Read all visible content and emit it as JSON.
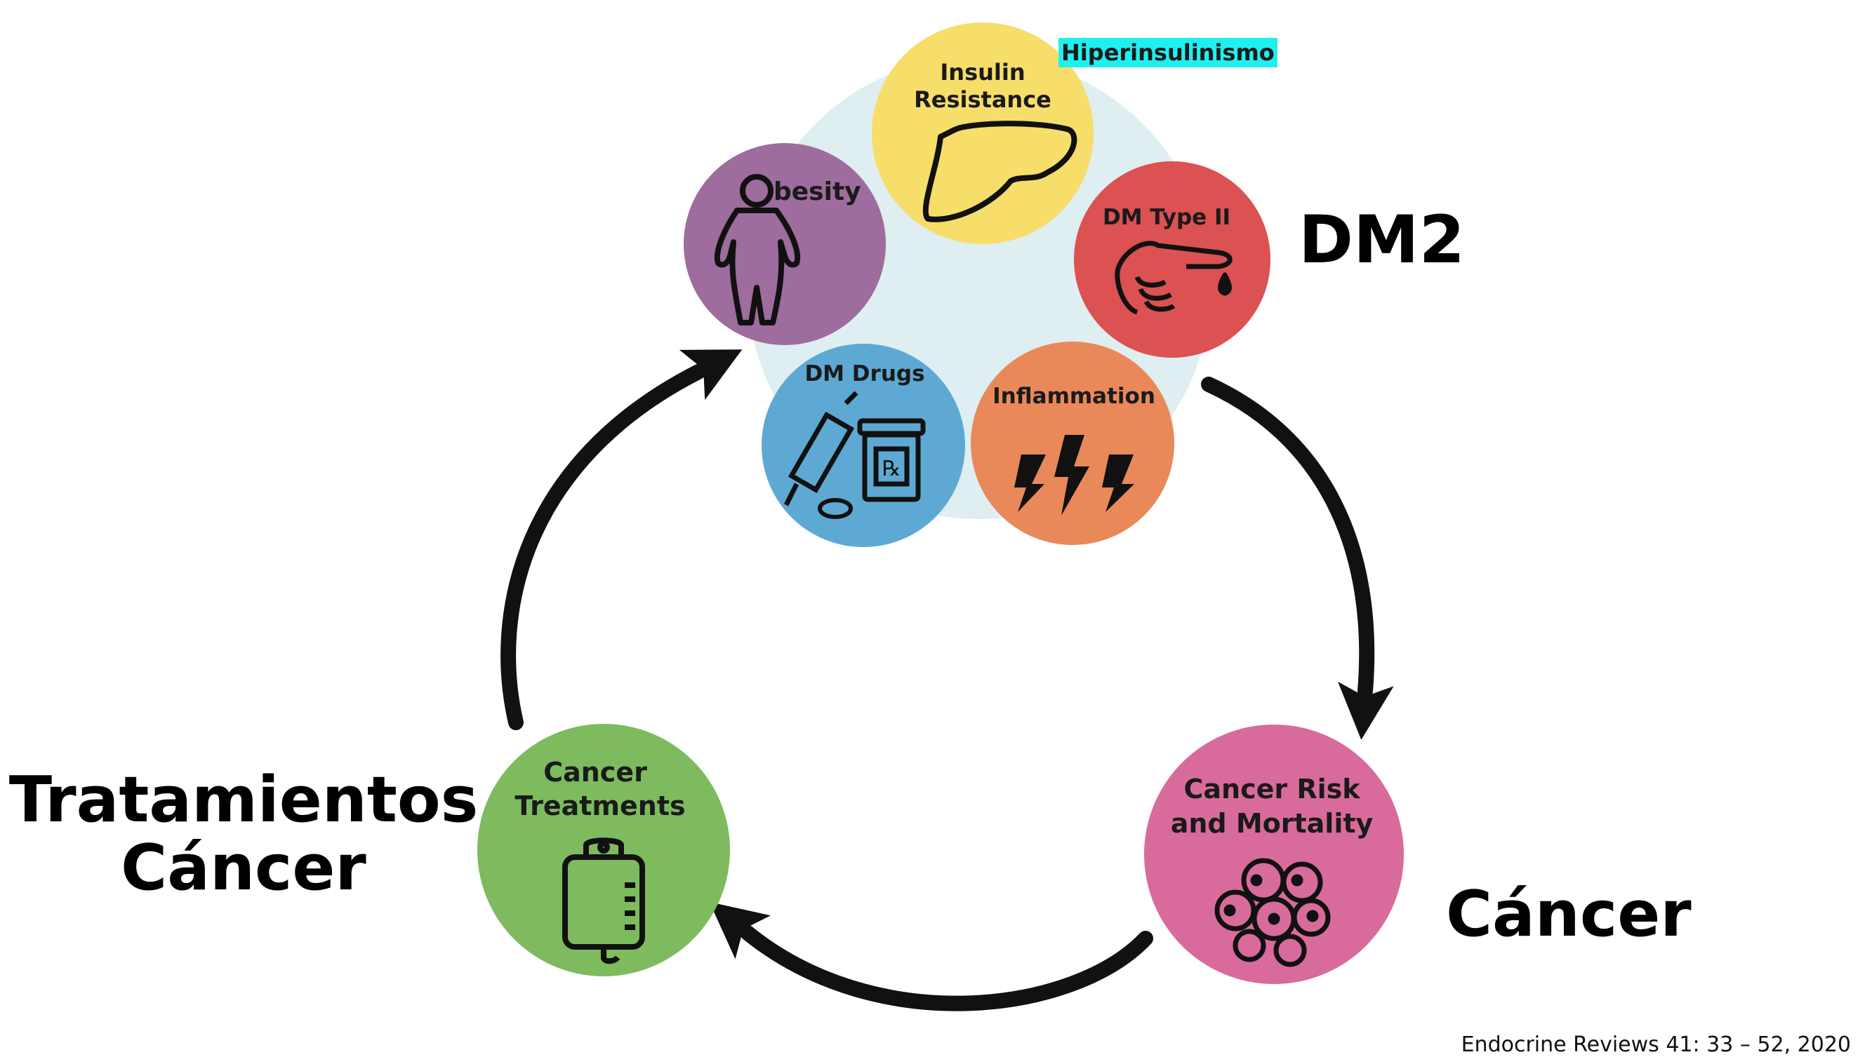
{
  "circles": {
    "insulin_resistance": {
      "line1": "Insulin",
      "line2": "Resistance",
      "color": "#f7dd6a"
    },
    "obesity": {
      "label": "besity",
      "color": "#9e6c9d"
    },
    "dm_type_ii": {
      "label": "DM Type II",
      "color": "#dc5152"
    },
    "dm_drugs": {
      "label": "DM Drugs",
      "color": "#5ea9d3"
    },
    "inflammation": {
      "label": "Inflammation",
      "color": "#e9895a"
    },
    "cancer_treatments": {
      "line1": "Cancer",
      "line2": "Treatments",
      "color": "#7dbb5e"
    },
    "cancer_risk": {
      "line1": "Cancer Risk",
      "line2": "and Mortality",
      "color": "#d96b9c"
    }
  },
  "cluster_background_color": "#dfeef0",
  "arrow_color": "#111111",
  "annotations": {
    "highlight": "Hiperinsulinismo",
    "dm2": "DM2",
    "cancer": "Cáncer",
    "tratamientos_line1": "Tratamientos",
    "tratamientos_line2": "Cáncer"
  },
  "citation": "Endocrine Reviews 41: 33 – 52, 2020"
}
